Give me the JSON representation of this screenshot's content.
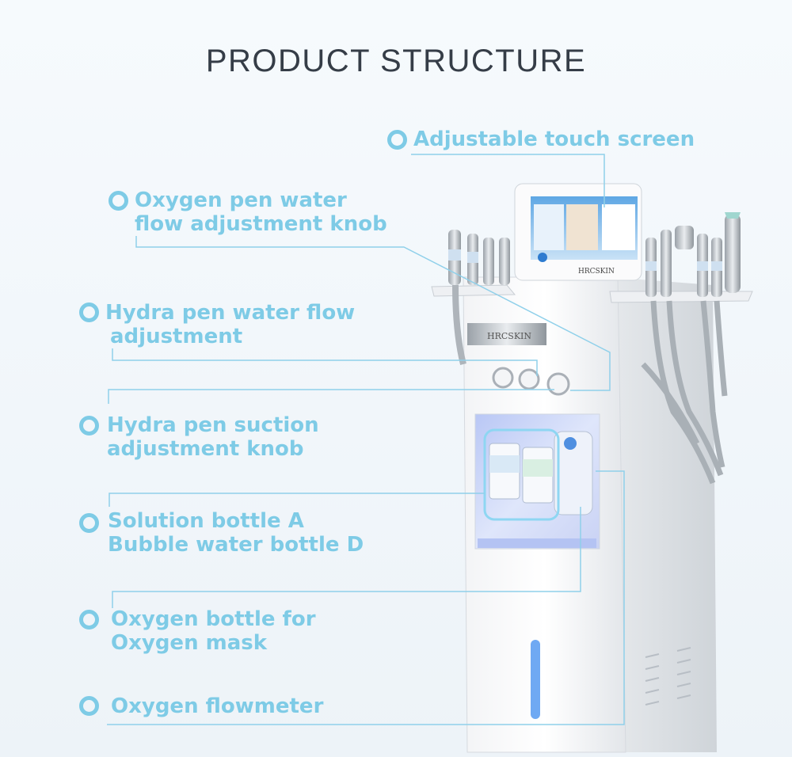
{
  "title": "PRODUCT STRUCTURE",
  "brand": "HRCSKIN",
  "accent_color": "#7ecbe6",
  "labels": [
    {
      "line1": "Adjustable touch screen",
      "line2": ""
    },
    {
      "line1": "Oxygen pen water",
      "line2": "flow adjustment knob"
    },
    {
      "line1": "Hydra pen water flow",
      "line2": "adjustment"
    },
    {
      "line1": "Hydra pen suction",
      "line2": "adjustment knob"
    },
    {
      "line1": "Solution bottle A",
      "line2": "Bubble water bottle D"
    },
    {
      "line1": "Oxygen bottle for",
      "line2": "Oxygen mask"
    },
    {
      "line1": "Oxygen flowmeter",
      "line2": ""
    }
  ]
}
